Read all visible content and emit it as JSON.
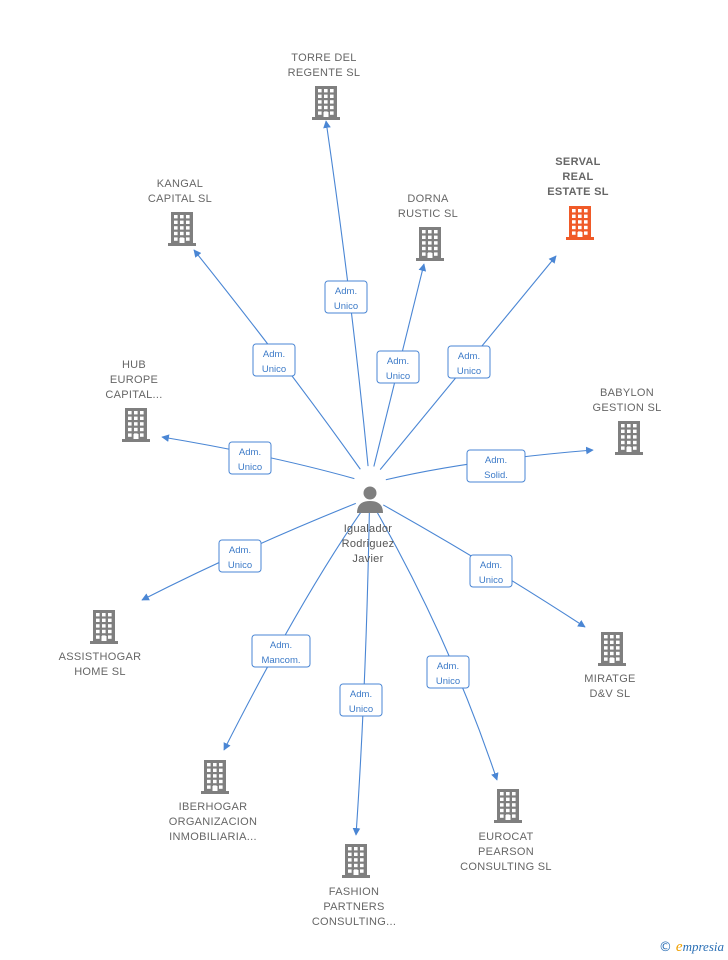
{
  "colors": {
    "edge": "#4a86d4",
    "building": "#7f7f7f",
    "building_highlight": "#f05a28",
    "person": "#7f7f7f"
  },
  "center": {
    "id": "igualador",
    "lines": [
      "Igualador",
      "Rodriguez",
      "Javier"
    ],
    "icon": "person-icon"
  },
  "nodes": [
    {
      "id": "torre",
      "lines": [
        "TORRE DEL",
        "REGENTE  SL"
      ],
      "icon": "building-icon",
      "highlight": false
    },
    {
      "id": "serval",
      "lines": [
        "SERVAL",
        "REAL",
        "ESTATE  SL"
      ],
      "icon": "building-icon",
      "highlight": true
    },
    {
      "id": "kangal",
      "lines": [
        "KANGAL",
        "CAPITAL SL"
      ],
      "icon": "building-icon",
      "highlight": false
    },
    {
      "id": "dorna",
      "lines": [
        "DORNA",
        "RUSTIC  SL"
      ],
      "icon": "building-icon",
      "highlight": false
    },
    {
      "id": "hub",
      "lines": [
        "HUB",
        "EUROPE",
        "CAPITAL..."
      ],
      "icon": "building-icon",
      "highlight": false
    },
    {
      "id": "babylon",
      "lines": [
        "BABYLON",
        "GESTION SL"
      ],
      "icon": "building-icon",
      "highlight": false
    },
    {
      "id": "assist",
      "lines": [
        "ASSISTHOGAR",
        "HOME SL"
      ],
      "icon": "building-icon",
      "highlight": false
    },
    {
      "id": "miratge",
      "lines": [
        "MIRATGE",
        "D&V SL"
      ],
      "icon": "building-icon",
      "highlight": false
    },
    {
      "id": "iberhogar",
      "lines": [
        "IBERHOGAR",
        "ORGANIZACION",
        "INMOBILIARIA..."
      ],
      "icon": "building-icon",
      "highlight": false
    },
    {
      "id": "eurocat",
      "lines": [
        "EUROCAT",
        "PEARSON",
        "CONSULTING SL"
      ],
      "icon": "building-icon",
      "highlight": false
    },
    {
      "id": "fashion",
      "lines": [
        "FASHION",
        "PARTNERS",
        "CONSULTING..."
      ],
      "icon": "building-icon",
      "highlight": false
    }
  ],
  "edges": [
    {
      "to": "torre",
      "label": [
        "Adm.",
        "Unico"
      ]
    },
    {
      "to": "serval",
      "label": [
        "Adm.",
        "Unico"
      ]
    },
    {
      "to": "kangal",
      "label": [
        "Adm.",
        "Unico"
      ]
    },
    {
      "to": "dorna",
      "label": [
        "Adm.",
        "Unico"
      ]
    },
    {
      "to": "hub",
      "label": [
        "Adm.",
        "Unico"
      ]
    },
    {
      "to": "babylon",
      "label": [
        "Adm.",
        "Solid."
      ]
    },
    {
      "to": "assist",
      "label": [
        "Adm.",
        "Unico"
      ]
    },
    {
      "to": "miratge",
      "label": [
        "Adm.",
        "Unico"
      ]
    },
    {
      "to": "iberhogar",
      "label": [
        "Adm.",
        "Mancom."
      ]
    },
    {
      "to": "eurocat",
      "label": [
        "Adm.",
        "Unico"
      ]
    },
    {
      "to": "fashion",
      "label": [
        "Adm.",
        "Unico"
      ]
    }
  ],
  "footer": {
    "copyright_symbol": "©",
    "brand_initial": "e",
    "brand_rest": "mpresia"
  }
}
